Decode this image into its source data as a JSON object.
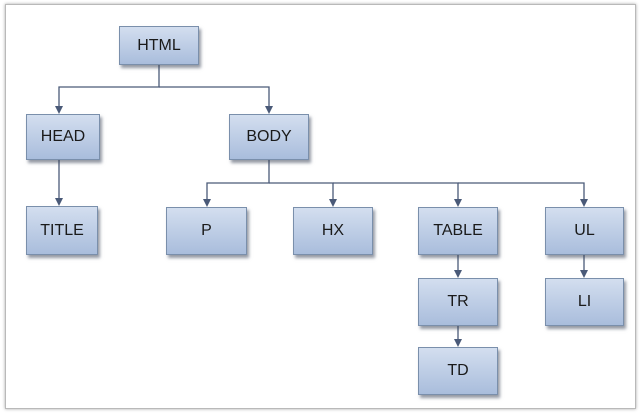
{
  "nodes": {
    "html": "HTML",
    "head": "HEAD",
    "title": "TITLE",
    "body": "BODY",
    "p": "P",
    "hx": "HX",
    "table": "TABLE",
    "tr": "TR",
    "td": "TD",
    "ul": "UL",
    "li": "LI"
  },
  "edges": [
    [
      "html",
      "head"
    ],
    [
      "html",
      "body"
    ],
    [
      "head",
      "title"
    ],
    [
      "body",
      "p"
    ],
    [
      "body",
      "hx"
    ],
    [
      "body",
      "table"
    ],
    [
      "body",
      "ul"
    ],
    [
      "table",
      "tr"
    ],
    [
      "tr",
      "td"
    ],
    [
      "ul",
      "li"
    ]
  ],
  "colors": {
    "node_fill_top": "#d3deef",
    "node_fill_bottom": "#a9bddc",
    "node_border": "#7a8fab",
    "connector": "#4a5a78"
  }
}
